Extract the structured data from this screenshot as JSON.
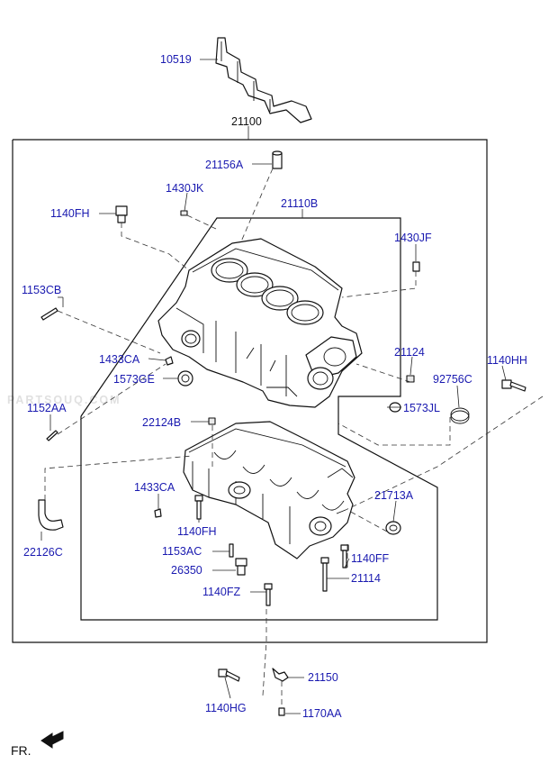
{
  "watermark": "PARTSOUQ.COM",
  "direction_label": "FR.",
  "labels": {
    "p10519": "10519",
    "p21100": "21100",
    "p21156A": "21156A",
    "p1430JK": "1430JK",
    "p1140FH_top": "1140FH",
    "p21110B": "21110B",
    "p1430JF": "1430JF",
    "p1153CB": "1153CB",
    "p1433CA_top": "1433CA",
    "p1573GE": "1573GE",
    "p21124": "21124",
    "p1140HH": "1140HH",
    "p92756C": "92756C",
    "p1152AA": "1152AA",
    "p1573JL": "1573JL",
    "p22124B": "22124B",
    "p1433CA_low": "1433CA",
    "p21713A": "21713A",
    "p1140FH_low": "1140FH",
    "p22126C": "22126C",
    "p1153AC": "1153AC",
    "p1140FF": "1140FF",
    "p26350": "26350",
    "p21114": "21114",
    "p1140FZ": "1140FZ",
    "p21150": "21150",
    "p1140HG": "1140HG",
    "p1170AA": "1170AA"
  }
}
